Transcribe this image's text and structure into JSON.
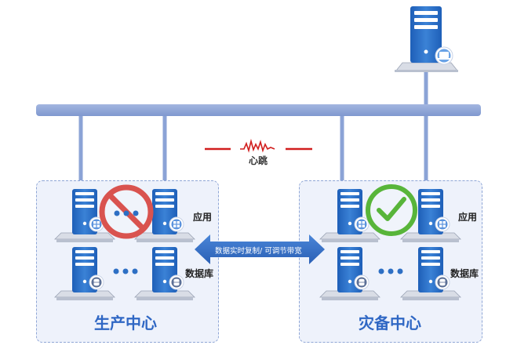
{
  "diagram": {
    "heartbeat_label": "心跳",
    "replication_label": "数据实时复制/ 可调节带宽",
    "production": {
      "title": "生产中心",
      "app_label": "应用",
      "db_label": "数据库",
      "status": "failed"
    },
    "disaster_recovery": {
      "title": "灾备中心",
      "app_label": "应用",
      "db_label": "数据库",
      "status": "active"
    }
  },
  "colors": {
    "network_bar": "#8ba3d6",
    "server_blue": "#2d6fc4",
    "heartbeat_red": "#d11e1e",
    "title_blue": "#2f67c4",
    "fail_red": "#d9534f",
    "ok_green": "#58b53a"
  },
  "icons": {
    "client": "client-server-icon",
    "app_server": "app-server-icon",
    "db_server": "database-server-icon",
    "fail": "prohibited-icon",
    "ok": "check-circle-icon"
  }
}
